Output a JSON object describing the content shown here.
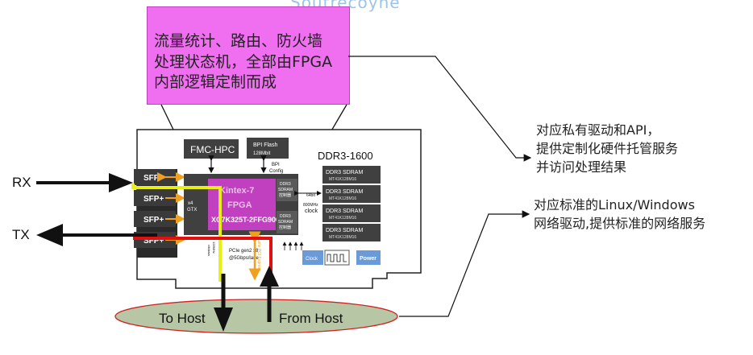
{
  "watermark": "Soutrecoyne",
  "fpga_note": {
    "lines": [
      "流量统计、路由、防火墙",
      "处理状态机，全部由FPGA",
      "内部逻辑定制而成"
    ]
  },
  "api_note": {
    "lines": [
      "对应私有驱动和API，",
      "提供定制化硬件托管服务",
      "并访问处理结果"
    ]
  },
  "linux_note": {
    "lines": [
      "对应标准的Linux/Windows",
      "网络驱动,提供标准的网络服务"
    ]
  },
  "ports": {
    "rx": "RX",
    "tx": "TX",
    "sfp": [
      "SFP+",
      "SFP+",
      "SFP+",
      "SFP+"
    ]
  },
  "board": {
    "fmc": "FMC-HPC",
    "bpi_flash": [
      "BPI Flash",
      "128Mbit"
    ],
    "bpi_config": [
      "BPI",
      "Config"
    ],
    "ddr_title": "DDR3-1600",
    "fpga_label": [
      "Kintex-7",
      "FPGA",
      "XC7K325T-2FFG900I"
    ],
    "gtx": [
      "x4",
      "GTX"
    ],
    "ddr_small_top": [
      "DDR3",
      "SDRAM",
      "控制器"
    ],
    "ddr_small_bottom": [
      "DDR3",
      "SDRAM",
      "控制器"
    ],
    "bus_label": [
      "64bit",
      "800MHz",
      "clock"
    ],
    "sdram_chips": [
      {
        "name": "DDR3 SDRAM",
        "part": "MT41K128M16"
      },
      {
        "name": "DDR3 SDRAM",
        "part": "MT41K128M16"
      },
      {
        "name": "DDR3 SDRAM",
        "part": "MT41K128M16"
      },
      {
        "name": "DDR3 SDRAM",
        "part": "MT41K128M16"
      }
    ],
    "clock": "Clock",
    "power": "Power",
    "pcie": [
      "PCIe gen2 x8",
      "@5Gbps/lane"
    ],
    "pcie_side": [
      "128MHz",
      "clk/data"
    ],
    "pcie_edge": "8-Lane PCI Express"
  },
  "host": {
    "to": "To Host",
    "from": "From Host"
  },
  "colors": {
    "pink": "#f06ef0",
    "board": "#ffffff",
    "chip": "#404040",
    "fpga": "#c040c0",
    "yellow": "#e8ef12",
    "red": "#e01010",
    "orange": "#f0a020",
    "ellipse": "#b7c7a6",
    "ellipse_stroke": "#d02020",
    "blue": "#6a9ad8"
  }
}
